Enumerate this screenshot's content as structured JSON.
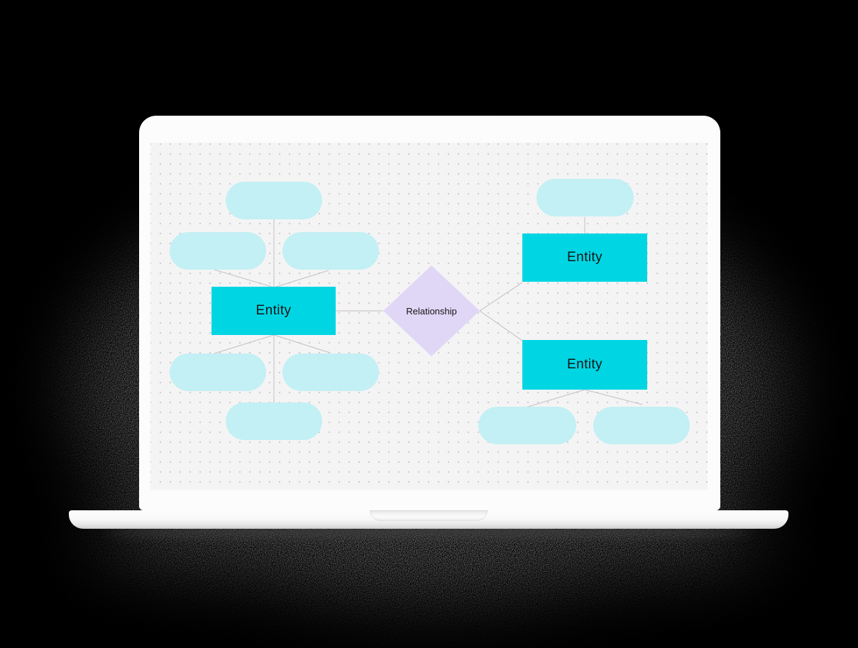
{
  "scene": {
    "background": "#000000"
  },
  "laptop": {
    "bezel_color": "#fcfcfd",
    "base_color": "#f7f7f7",
    "canvas_background": "#f5f4f5",
    "dot_color": "#cfccd0"
  },
  "diagram": {
    "palette": {
      "entity_fill": "#00d6e3",
      "attribute_fill": "#c3f0f4",
      "relationship_fill": "#e0d7f7",
      "connector": "#c9c7cb",
      "label_color": "#141414"
    },
    "entities": [
      {
        "id": "left",
        "label": "Entity"
      },
      {
        "id": "right-top",
        "label": "Entity"
      },
      {
        "id": "right-bottom",
        "label": "Entity"
      }
    ],
    "relationship": {
      "label": "Relationship"
    },
    "attributes": {
      "count": 9
    }
  }
}
